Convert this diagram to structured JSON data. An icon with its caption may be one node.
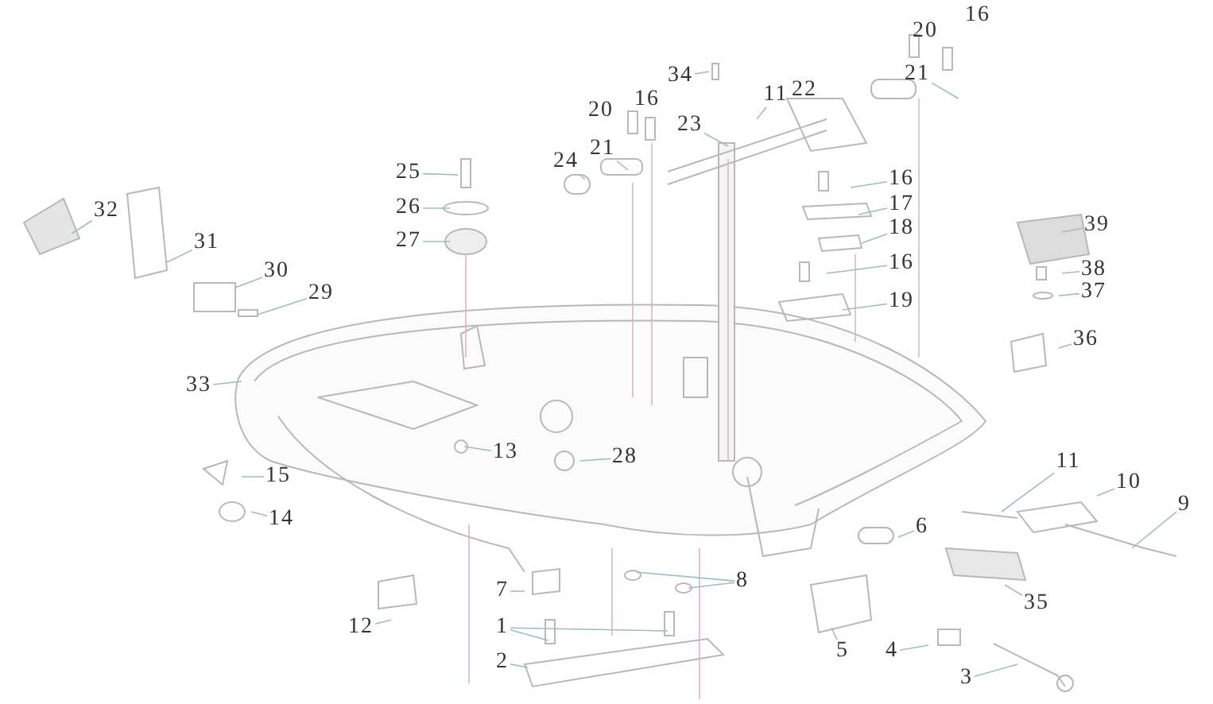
{
  "diagram": {
    "nodes": [
      {
        "text": [
          "21"
        ]
      },
      {
        "text": [
          "34"
        ]
      },
      {
        "text": [
          "11"
        ]
      },
      {
        "text": [
          "23"
        ]
      },
      {
        "text": [
          "24"
        ]
      },
      {
        "text": [
          "21"
        ]
      },
      {
        "text": [
          "25"
        ]
      },
      {
        "text": [
          "26"
        ]
      },
      {
        "text": [
          "27"
        ]
      },
      {
        "text": [
          "16"
        ]
      },
      {
        "text": [
          "17"
        ]
      },
      {
        "text": [
          "18"
        ]
      },
      {
        "text": [
          "16"
        ]
      },
      {
        "text": [
          "19"
        ]
      },
      {
        "text": [
          "32"
        ]
      },
      {
        "text": [
          "31"
        ]
      },
      {
        "text": [
          "39"
        ]
      },
      {
        "text": [
          "30"
        ]
      },
      {
        "text": [
          "38"
        ]
      },
      {
        "text": [
          "37"
        ]
      },
      {
        "text": [
          "29"
        ]
      },
      {
        "text": [
          "36"
        ]
      },
      {
        "text": [
          "33"
        ]
      },
      {
        "text": [
          "13"
        ]
      },
      {
        "text": [
          "28"
        ]
      },
      {
        "text": [
          "11"
        ]
      },
      {
        "text": [
          "15"
        ]
      },
      {
        "text": [
          "10"
        ]
      },
      {
        "text": [
          "9"
        ]
      },
      {
        "text": [
          "14"
        ]
      },
      {
        "text": [
          "6"
        ]
      },
      {
        "text": [
          "8"
        ]
      },
      {
        "text": [
          "7"
        ]
      },
      {
        "text": [
          "35"
        ]
      },
      {
        "text": [
          "1"
        ]
      },
      {
        "text": [
          "12"
        ]
      },
      {
        "text": [
          "5"
        ]
      },
      {
        "text": [
          "4"
        ]
      },
      {
        "text": [
          "2"
        ]
      },
      {
        "text": [
          "3"
        ]
      }
    ],
    "edges": [
      {
        "from": 0,
        "to": null,
        "arrow": "none"
      },
      {
        "from": 1,
        "to": null,
        "arrow": "none"
      },
      {
        "from": 2,
        "to": null,
        "arrow": "none"
      },
      {
        "from": 3,
        "to": null,
        "arrow": "none"
      },
      {
        "from": 4,
        "to": null,
        "arrow": "none"
      },
      {
        "from": 5,
        "to": null,
        "arrow": "none"
      },
      {
        "from": 6,
        "to": null,
        "arrow": "none"
      },
      {
        "from": 7,
        "to": null,
        "arrow": "none"
      },
      {
        "from": 8,
        "to": null,
        "arrow": "none"
      },
      {
        "from": 9,
        "to": null,
        "arrow": "none"
      },
      {
        "from": 10,
        "to": null,
        "arrow": "none"
      },
      {
        "from": 11,
        "to": null,
        "arrow": "none"
      },
      {
        "from": 12,
        "to": null,
        "arrow": "none"
      },
      {
        "from": 13,
        "to": null,
        "arrow": "none"
      },
      {
        "from": 14,
        "to": null,
        "arrow": "none"
      },
      {
        "from": 15,
        "to": null,
        "arrow": "none"
      },
      {
        "from": 16,
        "to": null,
        "arrow": "none"
      },
      {
        "from": 17,
        "to": null,
        "arrow": "none"
      },
      {
        "from": 18,
        "to": null,
        "arrow": "none"
      },
      {
        "from": 19,
        "to": null,
        "arrow": "none"
      },
      {
        "from": 20,
        "to": null,
        "arrow": "none"
      },
      {
        "from": 21,
        "to": null,
        "arrow": "none"
      },
      {
        "from": 22,
        "to": null,
        "arrow": "none"
      },
      {
        "from": 23,
        "to": null,
        "arrow": "none"
      },
      {
        "from": 24,
        "to": null,
        "arrow": "none"
      },
      {
        "from": 25,
        "to": null,
        "arrow": "none"
      },
      {
        "from": 26,
        "to": null,
        "arrow": "none"
      },
      {
        "from": 27,
        "to": null,
        "arrow": "none"
      },
      {
        "from": 28,
        "to": null,
        "arrow": "none"
      },
      {
        "from": 29,
        "to": null,
        "arrow": "none"
      },
      {
        "from": 30,
        "to": null,
        "arrow": "none"
      },
      {
        "from": 31,
        "to": null,
        "arrow": "none"
      },
      {
        "from": 31,
        "to": null,
        "arrow": "none"
      },
      {
        "from": 32,
        "to": null,
        "arrow": "none"
      },
      {
        "from": 33,
        "to": null,
        "arrow": "none"
      },
      {
        "from": 34,
        "to": null,
        "arrow": "none"
      },
      {
        "from": 34,
        "to": null,
        "arrow": "none"
      },
      {
        "from": 35,
        "to": null,
        "arrow": "none"
      },
      {
        "from": 36,
        "to": null,
        "arrow": "none"
      },
      {
        "from": 37,
        "to": null,
        "arrow": "none"
      },
      {
        "from": 38,
        "to": null,
        "arrow": "none"
      },
      {
        "from": 39,
        "to": null,
        "arrow": "none"
      }
    ],
    "labels": [
      "16",
      "20",
      "22",
      "16",
      "20"
    ]
  }
}
